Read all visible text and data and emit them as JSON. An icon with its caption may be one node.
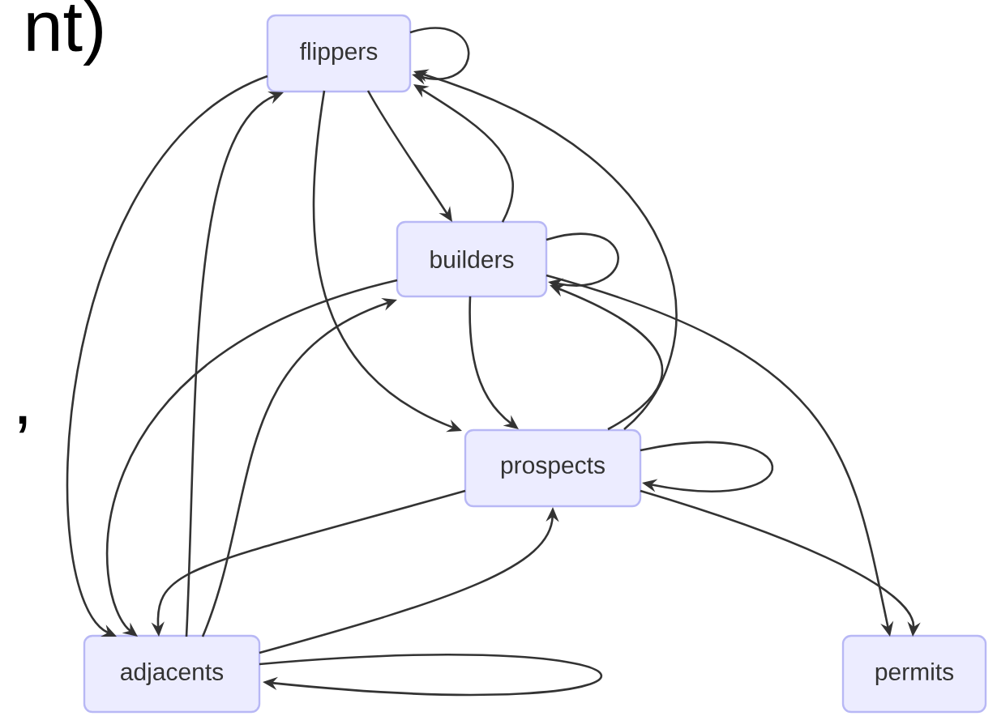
{
  "diagram": {
    "nodes": [
      {
        "text": [
          "flippers"
        ]
      },
      {
        "text": [
          "builders"
        ]
      },
      {
        "text": [
          "prospects"
        ]
      },
      {
        "text": [
          "adjacents"
        ]
      },
      {
        "text": [
          "permits"
        ]
      }
    ],
    "edges": [
      {
        "from": 0,
        "to": 0,
        "arrow": "to"
      },
      {
        "from": 0,
        "to": 1,
        "arrow": "to"
      },
      {
        "from": 0,
        "to": 3,
        "arrow": "to"
      },
      {
        "from": 3,
        "to": 0,
        "arrow": "to"
      },
      {
        "from": 0,
        "to": 2,
        "arrow": "to"
      },
      {
        "from": 1,
        "to": 0,
        "arrow": "to"
      },
      {
        "from": 1,
        "to": 1,
        "arrow": "to"
      },
      {
        "from": 1,
        "to": 3,
        "arrow": "to"
      },
      {
        "from": 3,
        "to": 1,
        "arrow": "to"
      },
      {
        "from": 1,
        "to": 2,
        "arrow": "to"
      },
      {
        "from": 2,
        "to": 0,
        "arrow": "to"
      },
      {
        "from": 2,
        "to": 1,
        "arrow": "to"
      },
      {
        "from": 1,
        "to": 4,
        "arrow": "to"
      },
      {
        "from": 2,
        "to": 2,
        "arrow": "to"
      },
      {
        "from": 2,
        "to": 4,
        "arrow": "to"
      },
      {
        "from": 2,
        "to": 3,
        "arrow": "to"
      },
      {
        "from": 3,
        "to": 2,
        "arrow": "to"
      },
      {
        "from": 3,
        "to": 3,
        "arrow": "to"
      }
    ],
    "labels": [
      "nt)",
      ","
    ]
  }
}
